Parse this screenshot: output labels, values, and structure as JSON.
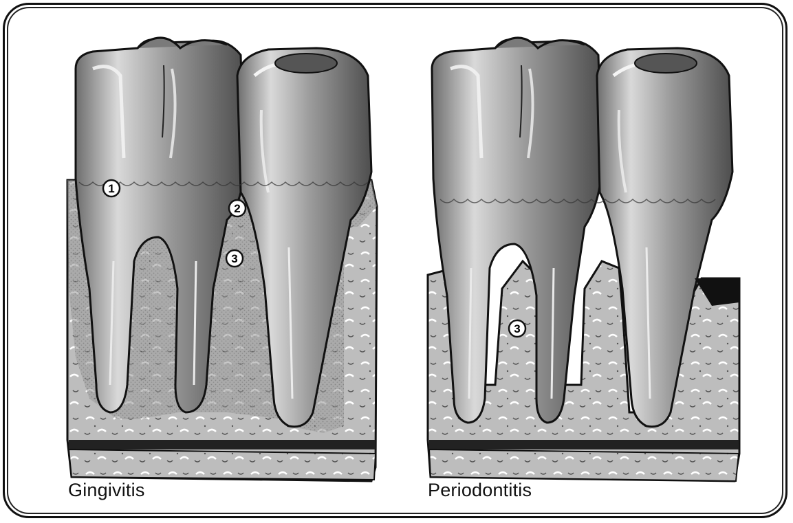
{
  "panels": [
    {
      "caption": "Gingivitis",
      "markers": [
        "1",
        "2",
        "3"
      ]
    },
    {
      "caption": "Periodontitis",
      "markers": [
        "3"
      ]
    }
  ],
  "colors": {
    "ink": "#111111",
    "tooth": "#8a8a8a",
    "tooth_highlight": "#e6e6e6",
    "bone": "#b9b9b9",
    "background": "#ffffff"
  }
}
